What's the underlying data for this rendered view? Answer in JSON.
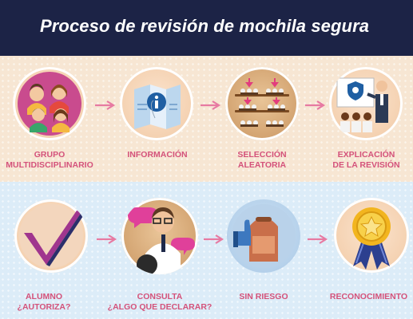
{
  "title": "Proceso de revisión de mochila segura",
  "colors": {
    "header_bg": "#1c2346",
    "label": "#d4527a",
    "arrow": "#e77aa2",
    "top_band": "#f7e6d3",
    "bottom_band": "#dcecf8"
  },
  "steps_top": [
    {
      "label_line1": "GRUPO",
      "label_line2": "MULTIDISCIPLINARIO",
      "icon": "people-group-icon"
    },
    {
      "label_line1": "INFORMACIÓN",
      "label_line2": "",
      "icon": "info-brochure-icon"
    },
    {
      "label_line1": "SELECCIÓN",
      "label_line2": "ALEATORIA",
      "icon": "random-selection-icon"
    },
    {
      "label_line1": "EXPLICACIÓN",
      "label_line2": "DE LA REVISIÓN",
      "icon": "presentation-icon"
    }
  ],
  "steps_bottom": [
    {
      "label_line1": "ALUMNO",
      "label_line2": "¿AUTORIZA?",
      "icon": "checkmark-icon"
    },
    {
      "label_line1": "CONSULTA",
      "label_line2": "¿ALGO QUE DECLARAR?",
      "icon": "consultation-icon"
    },
    {
      "label_line1": "SIN RIESGO",
      "label_line2": "",
      "icon": "backpack-thumbs-up-icon"
    },
    {
      "label_line1": "RECONOCIMIENTO",
      "label_line2": "",
      "icon": "medal-icon"
    }
  ]
}
